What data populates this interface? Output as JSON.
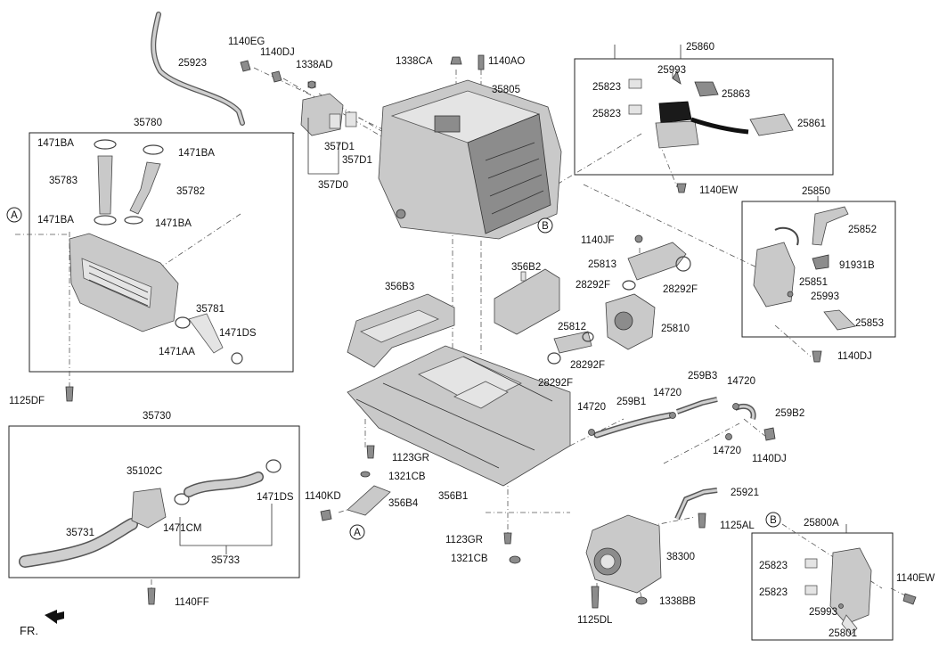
{
  "labels": {
    "l_25923": "25923",
    "l_1140EG": "1140EG",
    "l_1140DJ_top": "1140DJ",
    "l_1338AD": "1338AD",
    "l_1338CA": "1338CA",
    "l_1140AO": "1140AO",
    "l_35805": "35805",
    "l_25860": "25860",
    "l_25993_top": "25993",
    "l_25823_a": "25823",
    "l_25863": "25863",
    "l_25823_b": "25823",
    "l_25861": "25861",
    "l_1140EW_top": "1140EW",
    "l_35780": "35780",
    "l_1471BA_1": "1471BA",
    "l_1471BA_2": "1471BA",
    "l_35783": "35783",
    "l_35782": "35782",
    "l_1471BA_3": "1471BA",
    "l_1471BA_4": "1471BA",
    "l_357D1_a": "357D1",
    "l_357D1_b": "357D1",
    "l_357D0": "357D0",
    "l_25850": "25850",
    "l_25852": "25852",
    "l_91931B": "91931B",
    "l_25851": "25851",
    "l_25993_mid": "25993",
    "l_25853": "25853",
    "l_1140DJ_mid": "1140DJ",
    "l_1140JF": "1140JF",
    "l_25813": "25813",
    "l_28292F_a": "28292F",
    "l_28292F_b": "28292F",
    "l_356B2": "356B2",
    "l_356B3": "356B3",
    "l_25810": "25810",
    "l_25812": "25812",
    "l_28292F_c": "28292F",
    "l_28292F_d": "28292F",
    "l_35781": "35781",
    "l_1471DS_top": "1471DS",
    "l_1471AA": "1471AA",
    "l_1125DF": "1125DF",
    "l_259B3": "259B3",
    "l_14720_a": "14720",
    "l_14720_b": "14720",
    "l_259B1": "259B1",
    "l_14720_c": "14720",
    "l_259B2": "259B2",
    "l_14720_d": "14720",
    "l_1140DJ_low": "1140DJ",
    "l_35730": "35730",
    "l_35102C": "35102C",
    "l_1471DS_low": "1471DS",
    "l_1471CM": "1471CM",
    "l_35731": "35731",
    "l_35733": "35733",
    "l_1140FF": "1140FF",
    "l_1123GR_a": "1123GR",
    "l_1321CB_a": "1321CB",
    "l_1140KD": "1140KD",
    "l_356B4": "356B4",
    "l_356B1": "356B1",
    "l_1123GR_b": "1123GR",
    "l_1321CB_b": "1321CB",
    "l_25921": "25921",
    "l_1125AL": "1125AL",
    "l_25800A": "25800A",
    "l_25823_c": "25823",
    "l_25823_d": "25823",
    "l_1140EW_low": "1140EW",
    "l_25993_low": "25993",
    "l_38300": "38300",
    "l_1338BB": "1338BB",
    "l_1125DL": "1125DL",
    "l_25801": "25801",
    "l_FR": "FR."
  },
  "callouts": {
    "A_left": "A",
    "A_bottom": "A",
    "B_mid": "B",
    "B_low": "B"
  }
}
